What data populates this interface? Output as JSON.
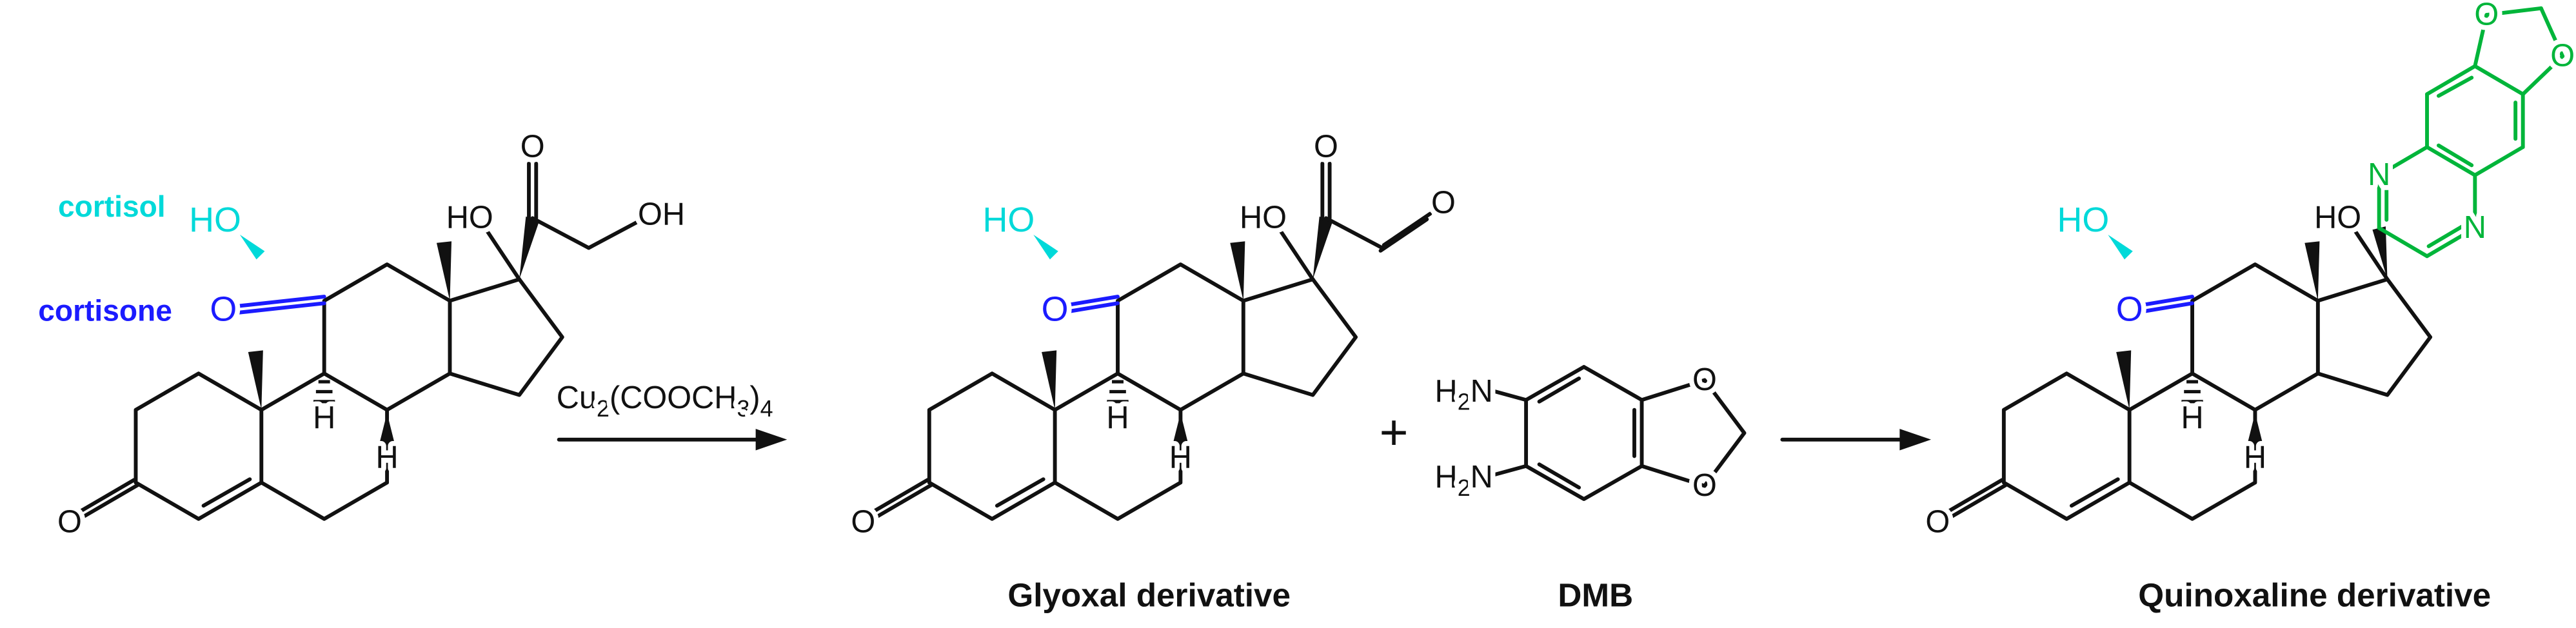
{
  "molecule_labels": {
    "ho": "HO",
    "oh": "OH",
    "o": "O",
    "h": "H",
    "n": "N",
    "h2n": {
      "h": "H",
      "sub": "2",
      "n": "N"
    }
  },
  "legend": {
    "cortisol": "cortisol",
    "cortisone": "cortisone"
  },
  "reagent": {
    "p1": "Cu",
    "s1": "2",
    "p2": "(COOCH",
    "s2": "3",
    "p3": ")",
    "s3": "4"
  },
  "plus": "+",
  "names": {
    "glyoxal": "Glyoxal derivative",
    "dmb": "DMB",
    "quinoxaline": "Quinoxaline derivative"
  },
  "colors": {
    "cyan": "#00d9d9",
    "blue": "#1b1bff",
    "green": "#00b53a",
    "black": "#111111"
  }
}
